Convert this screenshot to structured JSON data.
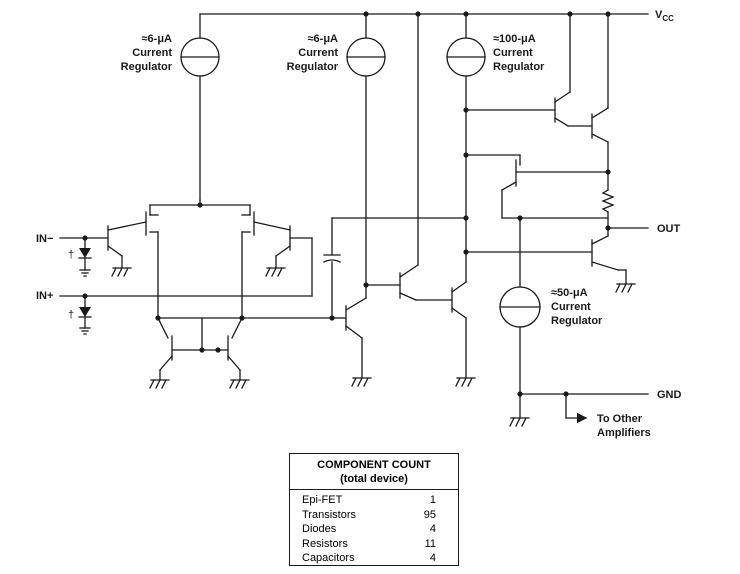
{
  "labels": {
    "vcc_main": "V",
    "vcc_sub": "CC",
    "out": "OUT",
    "gnd": "GND",
    "in_minus": "IN−",
    "in_plus": "IN+",
    "dagger1": "†",
    "dagger2": "†",
    "reg1_value": "≈6-μA",
    "reg1_line2": "Current",
    "reg1_line3": "Regulator",
    "reg2_value": "≈6-μA",
    "reg2_line2": "Current",
    "reg2_line3": "Regulator",
    "reg3_value": "≈100-μA",
    "reg3_line2": "Current",
    "reg3_line3": "Regulator",
    "reg4_value": "≈50-μA",
    "reg4_line2": "Current",
    "reg4_line3": "Regulator",
    "other_amps_line1": "To Other",
    "other_amps_line2": "Amplifiers"
  },
  "component_count": {
    "title": "COMPONENT COUNT",
    "subtitle": "(total device)",
    "rows": [
      {
        "name": "Epi-FET",
        "count": "1"
      },
      {
        "name": "Transistors",
        "count": "95"
      },
      {
        "name": "Diodes",
        "count": "4"
      },
      {
        "name": "Resistors",
        "count": "11"
      },
      {
        "name": "Capacitors",
        "count": "4"
      }
    ]
  }
}
